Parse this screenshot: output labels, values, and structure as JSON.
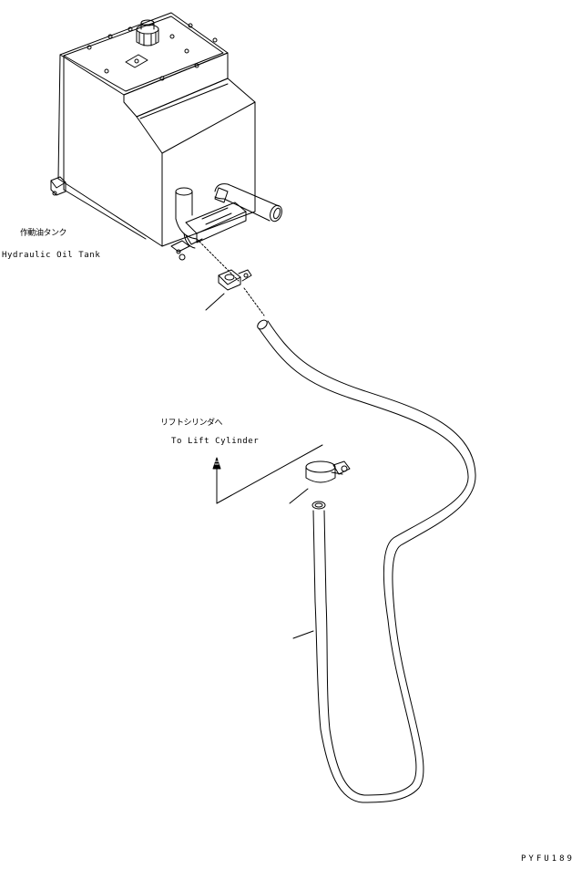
{
  "labels": {
    "tank_jp": "作動油タンク",
    "tank_en": "Hydraulic Oil   Tank",
    "cylinder_jp": "リフトシリンダへ",
    "cylinder_en": "To Lift Cylinder",
    "drawing_code": "PYFU189"
  },
  "colors": {
    "line": "#000000",
    "background": "#ffffff"
  }
}
